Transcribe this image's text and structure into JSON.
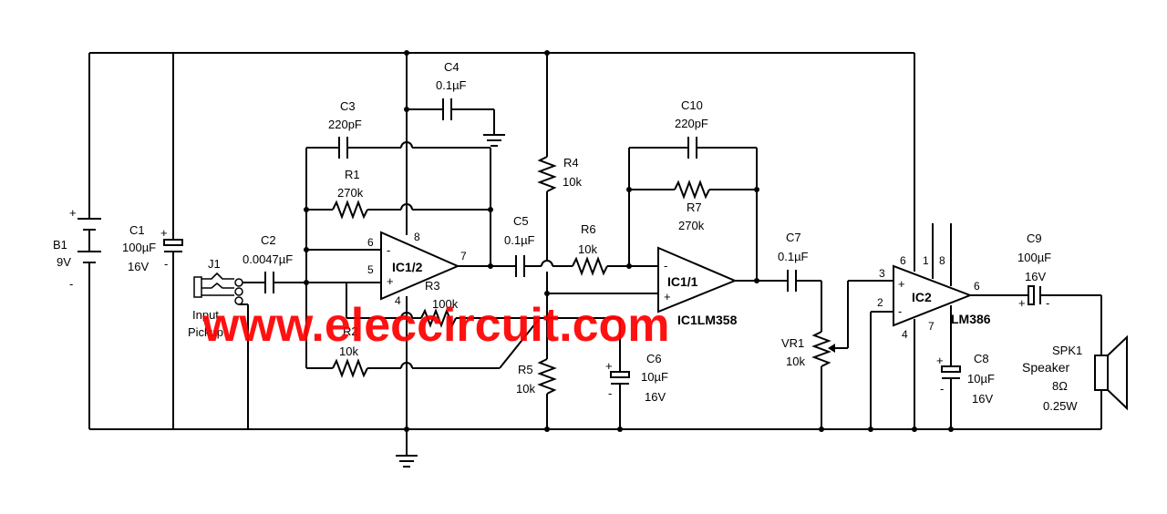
{
  "components": {
    "b1": {
      "name": "B1",
      "value": "9V",
      "plus": "+",
      "minus": "-"
    },
    "c1": {
      "name": "C1",
      "value": "100µF",
      "voltage": "16V",
      "plus": "+",
      "minus": "-"
    },
    "j1": {
      "name": "J1",
      "label_line1": "Input",
      "label_line2": "Pickup"
    },
    "c2": {
      "name": "C2",
      "value": "0.0047µF"
    },
    "c3": {
      "name": "C3",
      "value": "220pF"
    },
    "r1": {
      "name": "R1",
      "value": "270k"
    },
    "c4": {
      "name": "C4",
      "value": "0.1µF"
    },
    "ic1_2": {
      "name": "IC1/2",
      "pin_minus": "6",
      "pin_plus": "5",
      "pin_out": "7",
      "pin_vcc": "8",
      "pin_gnd": "4",
      "minus": "-",
      "plus": "+"
    },
    "r2": {
      "name": "R2",
      "value": "10k"
    },
    "r3": {
      "name": "R3",
      "value": "100k"
    },
    "c5": {
      "name": "C5",
      "value": "0.1µF"
    },
    "r4": {
      "name": "R4",
      "value": "10k"
    },
    "r5": {
      "name": "R5",
      "value": "10k"
    },
    "r6": {
      "name": "R6",
      "value": "10k"
    },
    "c6": {
      "name": "C6",
      "value": "10µF",
      "voltage": "16V",
      "plus": "+",
      "minus": "-"
    },
    "c10": {
      "name": "C10",
      "value": "220pF"
    },
    "r7": {
      "name": "R7",
      "value": "270k"
    },
    "ic1_1": {
      "name": "IC1/1",
      "part": "IC1LM358",
      "minus": "-",
      "plus": "+"
    },
    "c7": {
      "name": "C7",
      "value": "0.1µF"
    },
    "vr1": {
      "name": "VR1",
      "value": "10k"
    },
    "ic2": {
      "name": "IC2",
      "part": "LM386",
      "pin3": "3",
      "pin2": "2",
      "pin6": "6",
      "pin1": "1",
      "pin8": "8",
      "pin4": "4",
      "pin7": "7",
      "pin_out": "6",
      "plus": "+",
      "minus": "-"
    },
    "c8": {
      "name": "C8",
      "value": "10µF",
      "voltage": "16V",
      "plus": "+",
      "minus": "-"
    },
    "c9": {
      "name": "C9",
      "value": "100µF",
      "voltage": "16V",
      "plus": "+",
      "minus": "-"
    },
    "spk1": {
      "name": "SPK1",
      "label": "Speaker",
      "impedance": "8Ω",
      "power": "0.25W"
    }
  },
  "watermark": "www.eleccircuit.com",
  "colors": {
    "wire": "#000000",
    "watermark": "#ff0000",
    "background": "#ffffff"
  }
}
